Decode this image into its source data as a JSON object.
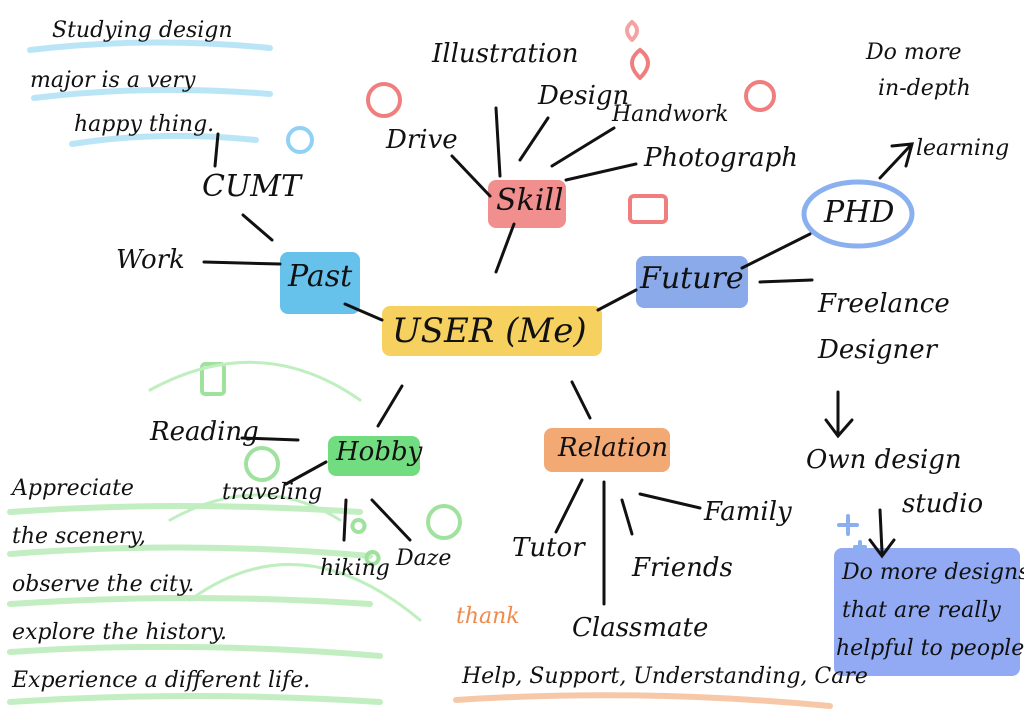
{
  "center": "USER (Me)",
  "colors": {
    "center": "#f6c944",
    "past": "#4bb6e8",
    "skill": "#ef7b7b",
    "future": "#5a86e0",
    "hobby": "#59d66a",
    "relation": "#f09a5c",
    "studio_note": "#6d8ef0",
    "ink": "#111111"
  },
  "past": {
    "label": "Past",
    "school": "CUMT",
    "note": [
      "Studying design",
      "major is a very",
      "happy thing."
    ],
    "work": "Work"
  },
  "skill": {
    "label": "Skill",
    "items": [
      "Illustration",
      "Design",
      "Drive",
      "Handwork",
      "Photograph"
    ]
  },
  "future": {
    "label": "Future",
    "phd": "PHD",
    "phd_note": [
      "Do more",
      "in-depth",
      "learning"
    ],
    "freelance": [
      "Freelance",
      "Designer"
    ],
    "studio": [
      "Own design",
      "studio"
    ],
    "studio_note": [
      "Do more designs",
      "that are really",
      "helpful to people"
    ]
  },
  "hobby": {
    "label": "Hobby",
    "items": [
      "Reading",
      "traveling",
      "hiking",
      "Daze"
    ],
    "note": [
      "Appreciate",
      "the scenery,",
      "observe the city.",
      "explore the history.",
      "Experience a different life."
    ]
  },
  "relation": {
    "label": "Relation",
    "items": [
      "Tutor",
      "Classmate",
      "Friends",
      "Family"
    ],
    "thank": "thank",
    "thanks_line": "Help, Support, Understanding, Care"
  }
}
